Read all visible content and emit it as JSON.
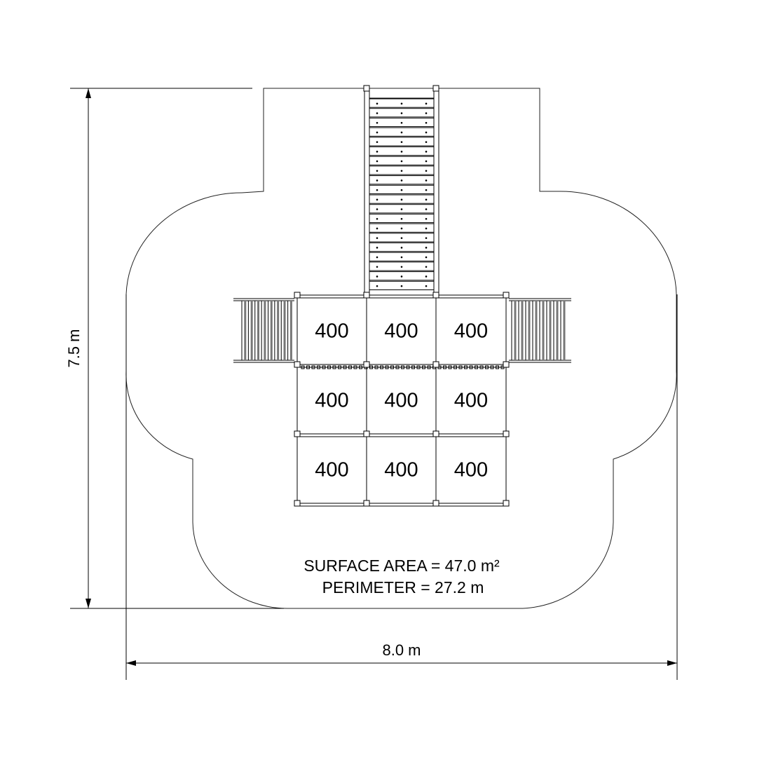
{
  "dimensions": {
    "height_label": "7.5 m",
    "width_label": "8.0 m"
  },
  "platform_tiles": [
    [
      "400",
      "400",
      "400"
    ],
    [
      "400",
      "400",
      "400"
    ],
    [
      "400",
      "400",
      "400"
    ]
  ],
  "info": {
    "surface_area": "SURFACE AREA =  47.0 m²",
    "perimeter": "PERIMETER =  27.2 m"
  },
  "ladder_rungs": 20,
  "stair_treads": 8
}
